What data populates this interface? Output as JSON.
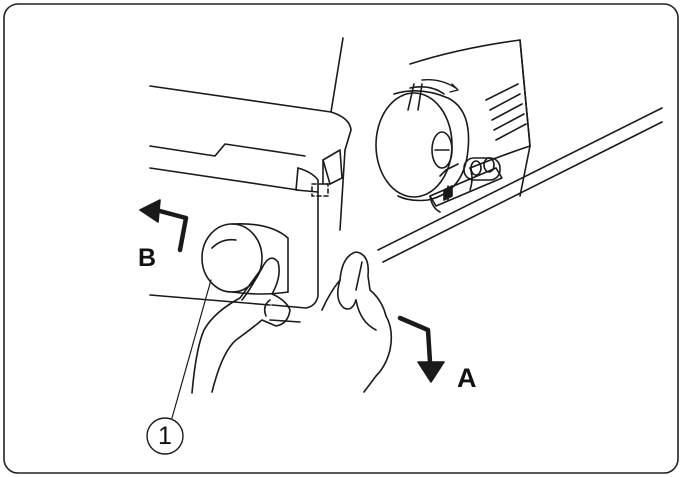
{
  "labels": {
    "arrow_a": "A",
    "arrow_b": "B",
    "callout_1": "1"
  },
  "colors": {
    "line": "#1a1a1a",
    "background": "#ffffff",
    "frame": "#222222"
  }
}
